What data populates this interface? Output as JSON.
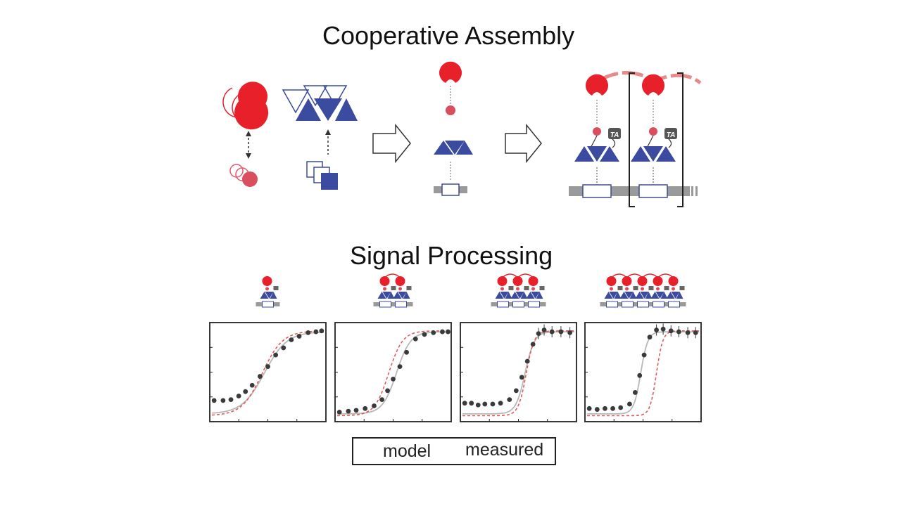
{
  "titles": {
    "top": "Cooperative Assembly",
    "bottom": "Signal Processing"
  },
  "activator_label": "TA",
  "legend": {
    "model_label": "model",
    "measured_label": "measured"
  },
  "colors": {
    "red": "#e8202a",
    "blue": "#3b4ba0",
    "model_line": "#e05a5a",
    "measured": "#3a3a3a",
    "fit_line": "#b8b8b8",
    "dna": "#9a9a9a"
  },
  "chart_data": [
    {
      "type": "line",
      "binding_sites": 1,
      "model_midpoint": 0.45,
      "model_steepness": 11,
      "measured_midpoint": 0.47,
      "measured_steepness": 10,
      "measured": [
        [
          0.02,
          0.19
        ],
        [
          0.1,
          0.19
        ],
        [
          0.17,
          0.2
        ],
        [
          0.24,
          0.24
        ],
        [
          0.3,
          0.29
        ],
        [
          0.36,
          0.36
        ],
        [
          0.43,
          0.46
        ],
        [
          0.5,
          0.57
        ],
        [
          0.57,
          0.7
        ],
        [
          0.64,
          0.78
        ],
        [
          0.71,
          0.87
        ],
        [
          0.78,
          0.91
        ],
        [
          0.86,
          0.95
        ],
        [
          0.93,
          0.96
        ],
        [
          0.98,
          0.97
        ]
      ]
    },
    {
      "type": "line",
      "binding_sites": 2,
      "model_midpoint": 0.46,
      "model_steepness": 16,
      "measured_midpoint": 0.53,
      "measured_steepness": 16,
      "measured": [
        [
          0.02,
          0.06
        ],
        [
          0.1,
          0.07
        ],
        [
          0.17,
          0.08
        ],
        [
          0.25,
          0.1
        ],
        [
          0.33,
          0.13
        ],
        [
          0.4,
          0.2
        ],
        [
          0.45,
          0.3
        ],
        [
          0.5,
          0.43
        ],
        [
          0.56,
          0.57
        ],
        [
          0.62,
          0.73
        ],
        [
          0.7,
          0.88
        ],
        [
          0.78,
          0.93
        ],
        [
          0.86,
          0.95
        ],
        [
          0.94,
          0.96
        ],
        [
          0.99,
          0.96
        ]
      ]
    },
    {
      "type": "line",
      "binding_sites": 3,
      "model_midpoint": 0.57,
      "model_steepness": 28,
      "measured_midpoint": 0.56,
      "measured_steepness": 24,
      "measured": [
        [
          0.02,
          0.16
        ],
        [
          0.08,
          0.16
        ],
        [
          0.14,
          0.14
        ],
        [
          0.2,
          0.15
        ],
        [
          0.27,
          0.15
        ],
        [
          0.34,
          0.16
        ],
        [
          0.42,
          0.2
        ],
        [
          0.48,
          0.3
        ],
        [
          0.53,
          0.45
        ],
        [
          0.58,
          0.63
        ],
        [
          0.63,
          0.82
        ],
        [
          0.68,
          0.94
        ],
        [
          0.73,
          0.98
        ],
        [
          0.8,
          0.96
        ],
        [
          0.88,
          0.96
        ],
        [
          0.96,
          0.95
        ]
      ]
    },
    {
      "type": "line",
      "binding_sites": 5,
      "model_midpoint": 0.62,
      "model_steepness": 35,
      "measured_midpoint": 0.48,
      "measured_steepness": 32,
      "measured": [
        [
          0.02,
          0.1
        ],
        [
          0.09,
          0.09
        ],
        [
          0.16,
          0.1
        ],
        [
          0.23,
          0.1
        ],
        [
          0.3,
          0.11
        ],
        [
          0.38,
          0.15
        ],
        [
          0.43,
          0.28
        ],
        [
          0.47,
          0.47
        ],
        [
          0.51,
          0.7
        ],
        [
          0.56,
          0.9
        ],
        [
          0.62,
          0.98
        ],
        [
          0.68,
          0.99
        ],
        [
          0.75,
          0.97
        ],
        [
          0.82,
          0.96
        ],
        [
          0.9,
          0.95
        ],
        [
          0.97,
          0.95
        ]
      ]
    }
  ]
}
